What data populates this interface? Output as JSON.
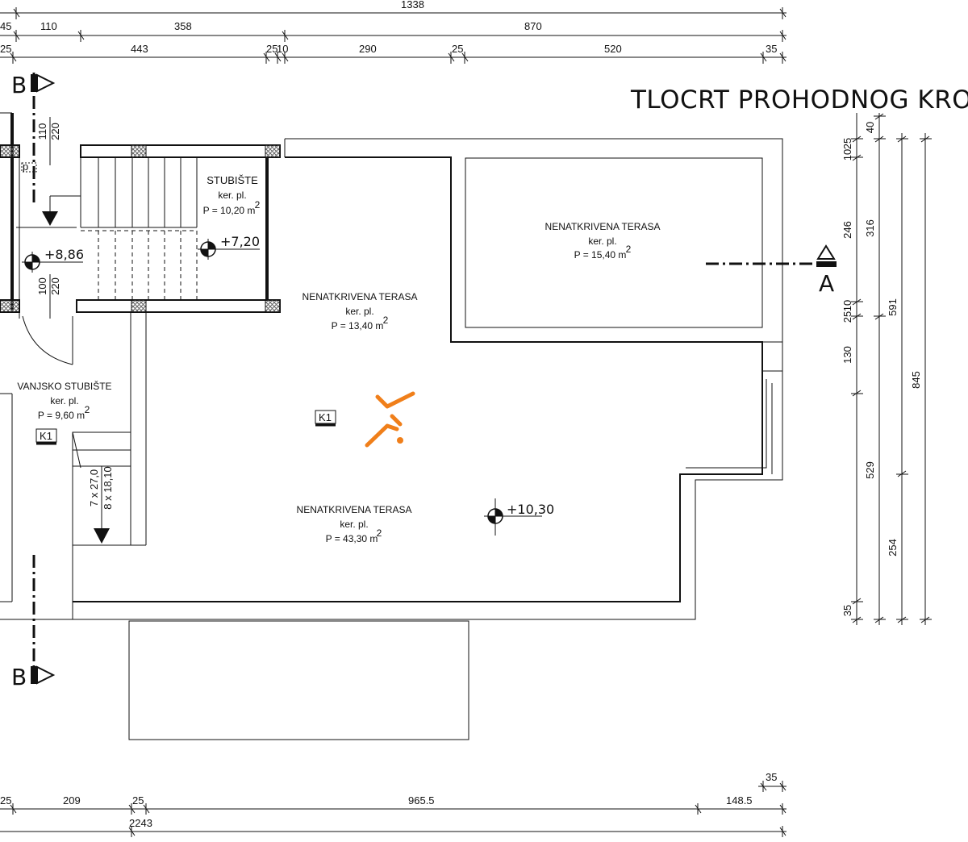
{
  "title": "TLOCRT PROHODNOG KROVA",
  "top_dims": {
    "row1": [
      "1338"
    ],
    "row2": [
      "45",
      "110",
      "358",
      "870"
    ],
    "row3": [
      "25",
      "443",
      "25",
      "10",
      "290",
      "25",
      "520",
      "35"
    ]
  },
  "bottom_dims": {
    "row1": [
      "35"
    ],
    "row2": [
      "25",
      "209",
      "25",
      "965.5",
      "148.5"
    ],
    "row3": [
      "2243"
    ]
  },
  "right_dims": {
    "col1": [
      "40",
      "25",
      "10",
      "246",
      "10",
      "25",
      "130"
    ],
    "col1_lower": [
      "35"
    ],
    "col2": [
      "316",
      "529"
    ],
    "col3": [
      "591",
      "254"
    ],
    "col4": [
      "845"
    ]
  },
  "small_dims": {
    "a": [
      "110",
      "220"
    ],
    "b": [
      "100",
      "220"
    ],
    "stair": [
      "7 x 27,0",
      "8 x 18,10"
    ]
  },
  "rooms": [
    {
      "name": "STUBIŠTE",
      "floor": "ker. pl.",
      "area": "P = 10,20 m",
      "sup": "2"
    },
    {
      "name": "NENATKRIVENA TERASA",
      "floor": "ker. pl.",
      "area": "P = 15,40 m",
      "sup": "2"
    },
    {
      "name": "NENATKRIVENA TERASA",
      "floor": "ker. pl.",
      "area": "P = 13,40 m",
      "sup": "2"
    },
    {
      "name": "VANJSKO STUBIŠTE",
      "floor": "ker. pl.",
      "area": "P = 9,60 m",
      "sup": "2"
    },
    {
      "name": "NENATKRIVENA TERASA",
      "floor": "ker. pl.",
      "area": "P = 43,30 m",
      "sup": "2"
    }
  ],
  "elevations": [
    "+8,86",
    "+7,20",
    "+10,30"
  ],
  "tags": [
    "K1",
    "K1"
  ],
  "sections": {
    "b": "B",
    "a": "A"
  },
  "small_labels": {
    "p": "p"
  },
  "colors": {
    "line": "#111111",
    "logo": "#F07F1A",
    "hatch": "#666666"
  },
  "logo_icon": "orange-cross-logo"
}
